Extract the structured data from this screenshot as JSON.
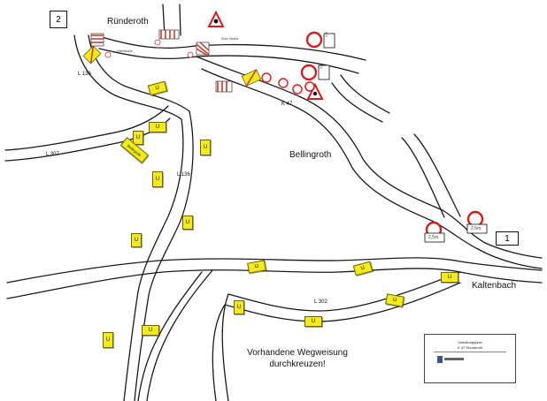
{
  "places": {
    "runderoth": "Ründeroth",
    "bellingroth": "Bellingroth",
    "kaltenbach": "Kaltenbach"
  },
  "roads": {
    "l136_north": "L 136",
    "l136_mid": "L 136",
    "l307": "L 307",
    "k47": "K 47",
    "l302": "L 302"
  },
  "street_names": {
    "oberstrasse": "Oberstraße",
    "street_right": "Kreis Straße"
  },
  "map_sheet": {
    "top_left_number": "2",
    "bottom_right_number": "1"
  },
  "note": {
    "line1": "Vorhandene Wegweisung",
    "line2": "durchkreuzen!"
  },
  "signs": {
    "weight_limit_1": "3,5t",
    "weight_limit_2": "3,5t",
    "width_limit_1": "2,5m",
    "width_limit_2": "2,5m",
    "yellow_detour": "U",
    "bellingroth_pointer": "Bellingroth"
  },
  "legend": {
    "title": "Umleitungsplan",
    "subtitle": "K 47 Ründeroth"
  },
  "colors": {
    "detour_yellow": "#f2ea19",
    "prohibition_red": "#d12020",
    "barrier_red": "#c0392b",
    "road_outline": "#1a1a1a"
  }
}
